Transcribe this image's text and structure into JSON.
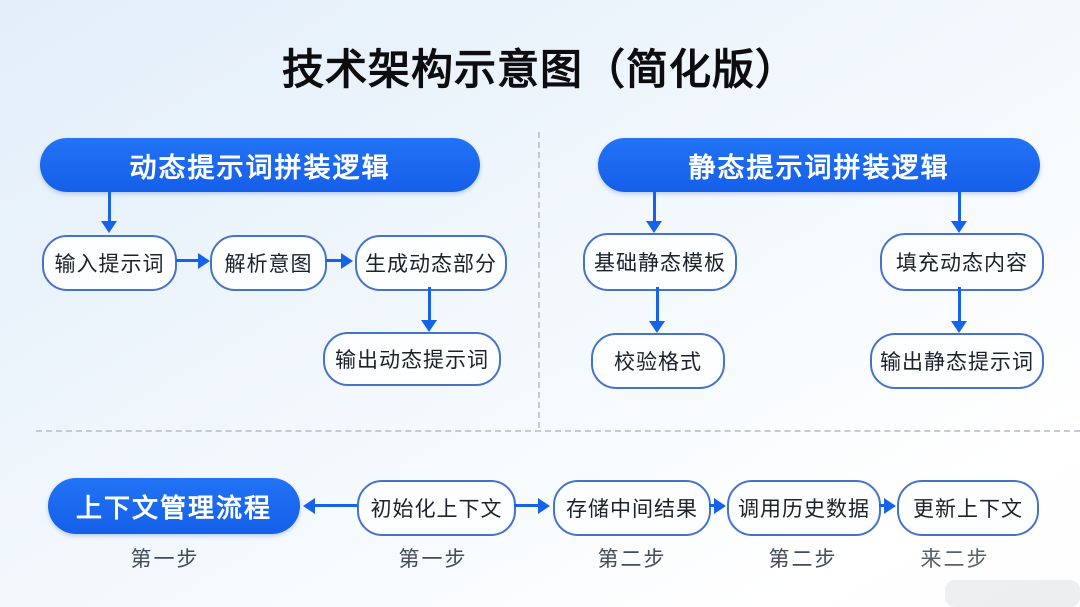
{
  "title": "技术架构示意图（简化版）",
  "dynamic_section": {
    "header": "动态提示词拼装逻辑",
    "nodes": {
      "input": "输入提示词",
      "parse": "解析意图",
      "generate": "生成动态部分",
      "output": "输出动态提示词"
    }
  },
  "static_section": {
    "header": "静态提示词拼装逻辑",
    "nodes": {
      "base_template": "基础静态模板",
      "validate": "校验格式",
      "fill": "填充动态内容",
      "output": "输出静态提示词"
    }
  },
  "context_section": {
    "header": "上下文管理流程",
    "nodes": {
      "init": "初始化上下文",
      "store": "存储中间结果",
      "recall": "调用历史数据",
      "update": "更新上下文"
    },
    "step_labels": [
      "第一步",
      "第一步",
      "第二步",
      "第二步",
      "来二步"
    ]
  },
  "colors": {
    "header_pill_blue": "#1b67ef",
    "arrow_blue": "#1563e8",
    "node_border_blue": "#4673c8",
    "node_fill": "#fdfeff",
    "step_label_gray": "#414d5a",
    "background_tint": "#e3eef9"
  }
}
